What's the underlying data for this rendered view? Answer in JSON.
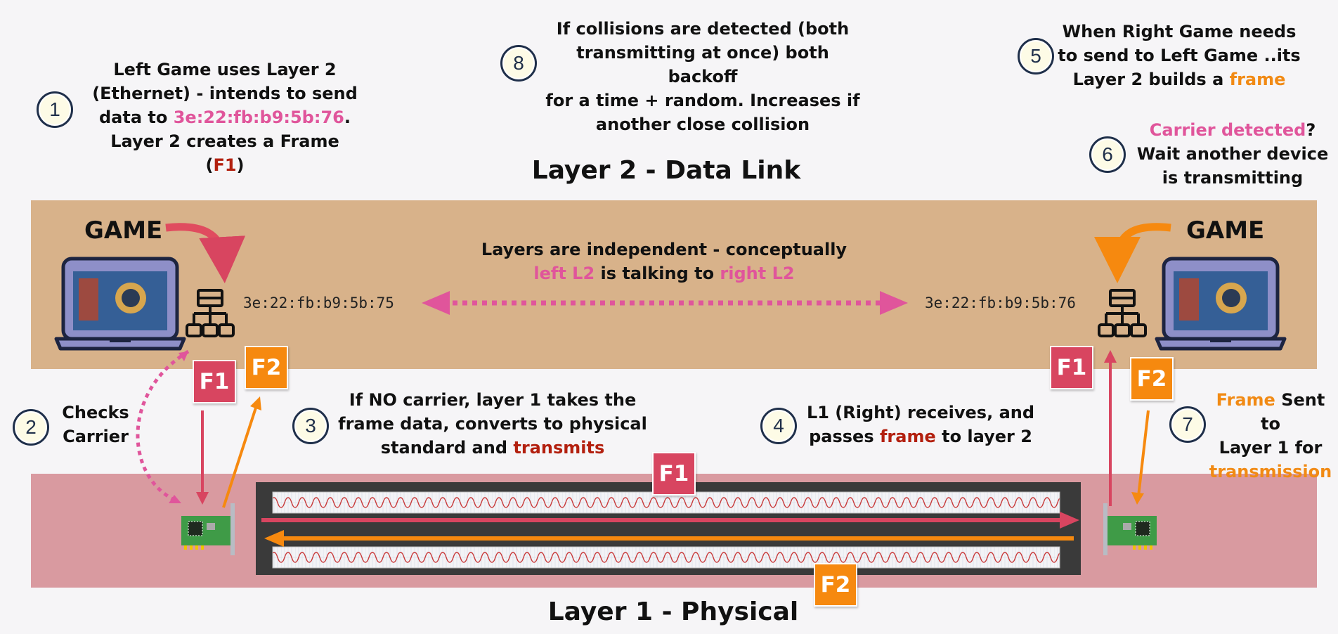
{
  "colors": {
    "pink": "#e0559b",
    "red": "#b3200f",
    "orange": "#f18a14",
    "f1": "#d84560",
    "f2": "#f6890f",
    "layer2_band": "#d8b28a",
    "layer1_band": "#d99aa0",
    "cable": "#3a3a3a"
  },
  "layers": {
    "layer2_title": "Layer 2 - Data Link",
    "layer1_title": "Layer 1 - Physical"
  },
  "steps": [
    {
      "num": "1"
    },
    {
      "num": "2"
    },
    {
      "num": "3"
    },
    {
      "num": "4"
    },
    {
      "num": "5"
    },
    {
      "num": "6"
    },
    {
      "num": "7"
    },
    {
      "num": "8"
    }
  ],
  "step1": {
    "line1": "Left Game uses Layer 2",
    "line2": "(Ethernet) - intends to send",
    "line3a": "data to ",
    "line3_mac": "3e:22:fb:b9:5b:76",
    "line3b": ".",
    "line4a": "Layer 2 creates a Frame (",
    "line4_f": "F1",
    "line4b": ")"
  },
  "step2": {
    "line1": "Checks",
    "line2": "Carrier"
  },
  "step3": {
    "line1": "If NO carrier, layer 1 takes the",
    "line2": "frame data, converts to physical",
    "line3a": "standard and ",
    "line3_hl": "transmits"
  },
  "step4": {
    "line1": "L1 (Right) receives, and",
    "line2a": "passes ",
    "line2_hl": "frame",
    "line2b": " to layer 2"
  },
  "step5": {
    "line1": "When Right Game needs",
    "line2": "to send to Left Game ..its",
    "line3a": "Layer 2 builds a ",
    "line3_hl": "frame"
  },
  "step6": {
    "line1_hl": "Carrier detected",
    "line1b": "?",
    "line2": "Wait another device",
    "line3": "is transmitting"
  },
  "step7": {
    "line1_hl": "Frame",
    "line1b": " Sent to",
    "line2": "Layer 1 for",
    "line3_hl": "transmission"
  },
  "step8": {
    "line1": "If collisions are detected (both",
    "line2": "transmitting at once) both backoff",
    "line3": "for a time + random. Increases if",
    "line4": "another close collision"
  },
  "center": {
    "line1": "Layers are independent - conceptually",
    "line2a": "left L2",
    "line2b": " is talking to ",
    "line2c": "right L2"
  },
  "left": {
    "game_label": "GAME",
    "mac": "3e:22:fb:b9:5b:75"
  },
  "right": {
    "game_label": "GAME",
    "mac": "3e:22:fb:b9:5b:76"
  },
  "frames": {
    "f1": "F1",
    "f2": "F2"
  }
}
